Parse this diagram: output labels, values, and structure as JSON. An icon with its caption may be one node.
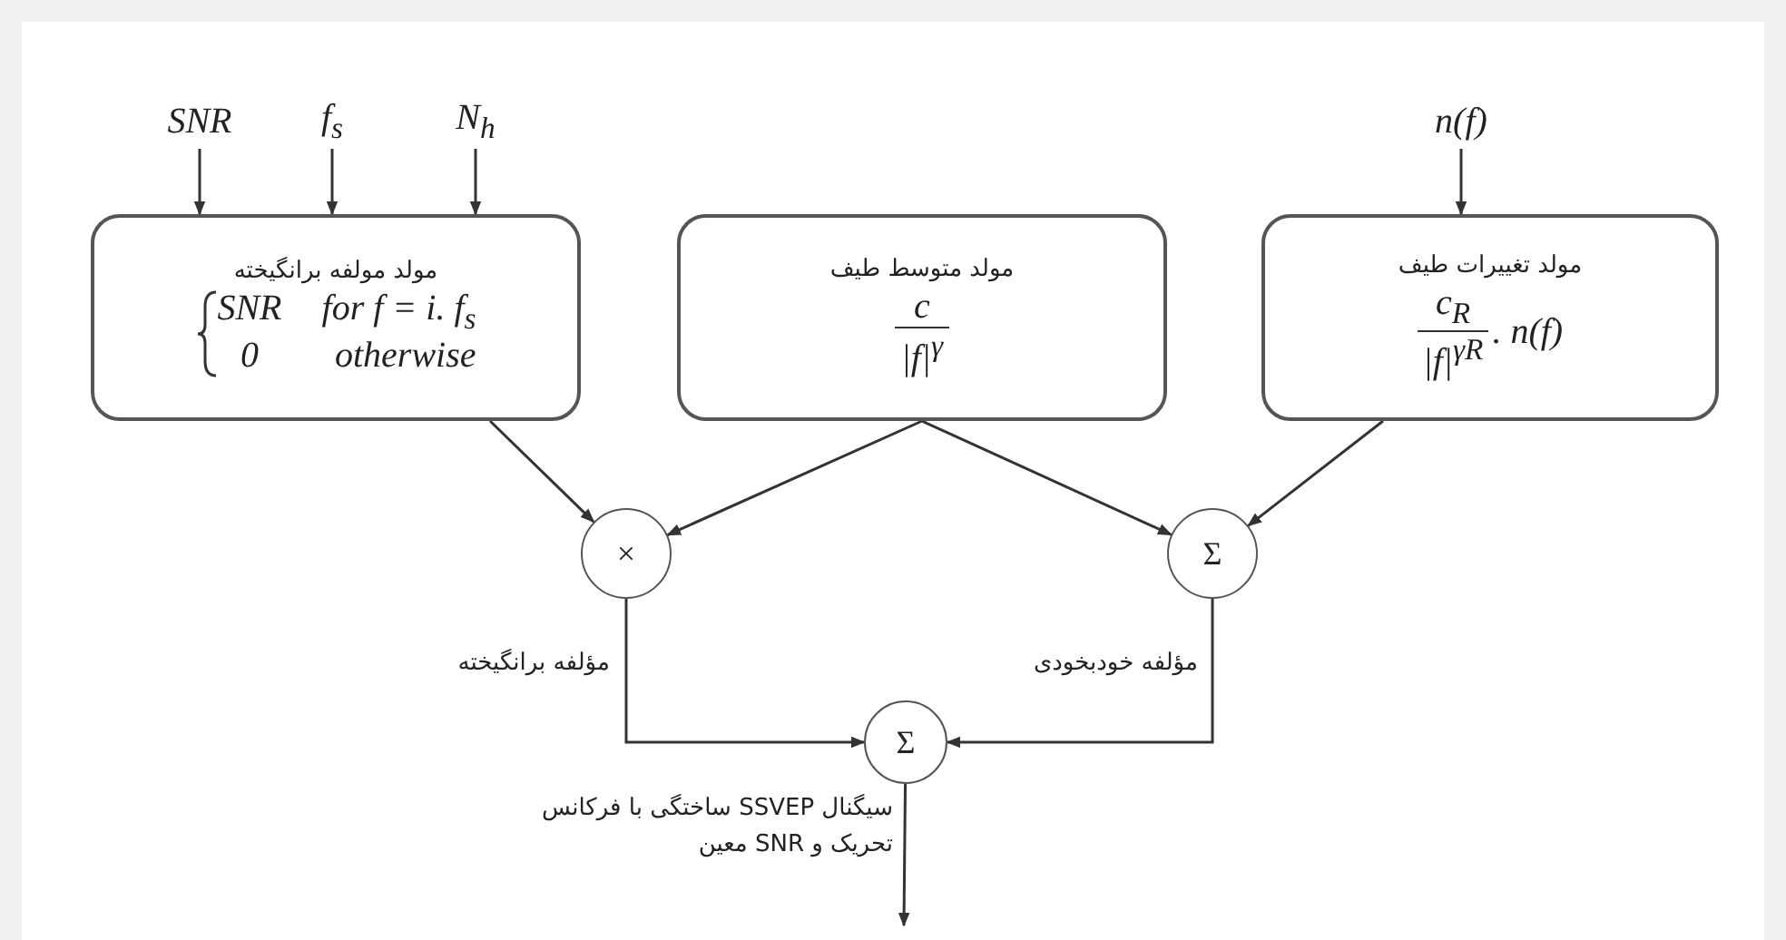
{
  "diagram": {
    "nodes": [
      {
        "text": [
          "SNR"
        ]
      },
      {
        "text": [
          "f$_{s}$"
        ]
      },
      {
        "text": [
          "N$_{h}$"
        ]
      },
      {
        "text": [
          "n(f)"
        ]
      },
      {
        "text": [
          "مولد مولفه برانگیخته",
          "SNR",
          "for f = i. f$_{s}$",
          "0",
          "otherwise"
        ]
      },
      {
        "text": [
          "مولد متوسط طیف",
          "c",
          "|f|$^{γ}$"
        ]
      },
      {
        "text": [
          "مولد تغییرات طیف",
          "c$_{R}$",
          "|f|$^{γR}$",
          ". n(f)"
        ]
      },
      {
        "text": [
          "×"
        ]
      },
      {
        "text": [
          "Σ"
        ]
      },
      {
        "text": [
          "Σ"
        ]
      }
    ],
    "edges": [
      {
        "from": 0,
        "to": 4,
        "arrow": "to"
      },
      {
        "from": 1,
        "to": 4,
        "arrow": "to"
      },
      {
        "from": 2,
        "to": 4,
        "arrow": "to"
      },
      {
        "from": 3,
        "to": 6,
        "arrow": "to"
      },
      {
        "from": 4,
        "to": 7,
        "arrow": "to"
      },
      {
        "from": 5,
        "to": 7,
        "arrow": "to"
      },
      {
        "from": 5,
        "to": 8,
        "arrow": "to"
      },
      {
        "from": 6,
        "to": 8,
        "arrow": "to"
      },
      {
        "from": 7,
        "to": 9,
        "arrow": "to",
        "label": "مؤلفه برانگیخته"
      },
      {
        "from": 8,
        "to": 9,
        "arrow": "to",
        "label": "مؤلفه خودبخودی"
      },
      {
        "from": 9,
        "to": null,
        "arrow": "to",
        "label": "سیگنال SSVEP ساختگی با فرکانس تحریک و SNR معین"
      }
    ]
  }
}
